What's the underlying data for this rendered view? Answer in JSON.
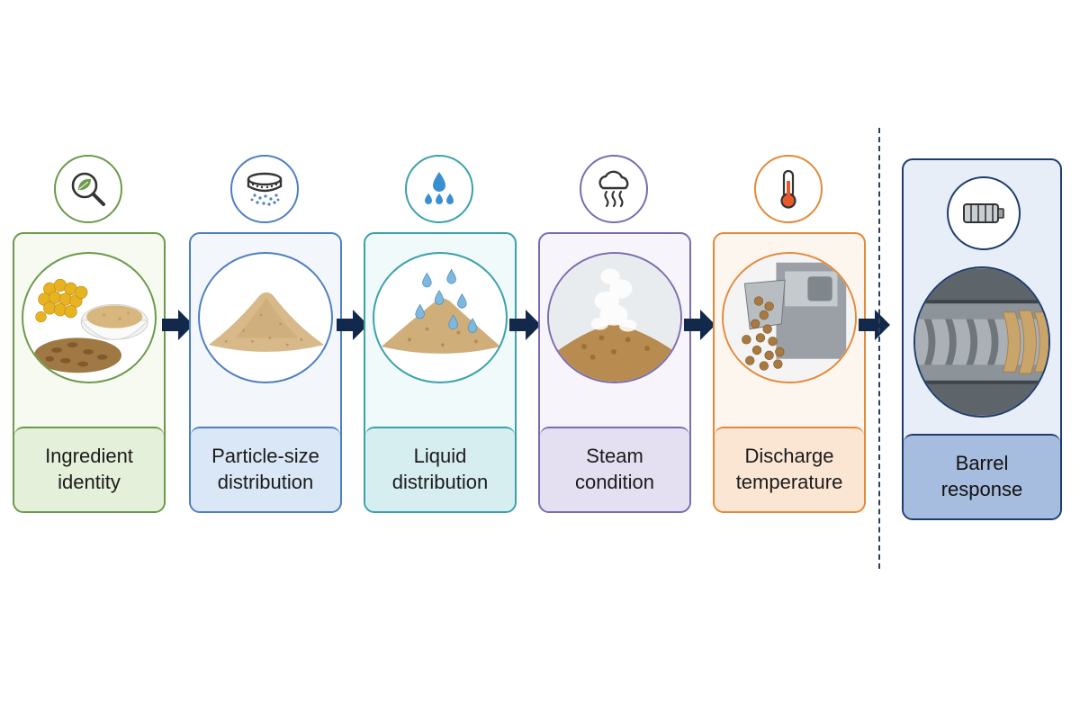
{
  "steps": [
    {
      "label": "Ingredient\nidentity",
      "icon": "magnifier-leaf-icon",
      "color": "#6b9a4a",
      "fill": "#e5f0da",
      "cardbg": "#f6faf1"
    },
    {
      "label": "Particle-size\ndistribution",
      "icon": "sieve-icon",
      "color": "#4f7fbf",
      "fill": "#d9e7f6",
      "cardbg": "#f3f7fc"
    },
    {
      "label": "Liquid\ndistribution",
      "icon": "water-drops-icon",
      "color": "#3aa1aa",
      "fill": "#d6eef0",
      "cardbg": "#f1fafa"
    },
    {
      "label": "Steam\ncondition",
      "icon": "steam-cloud-icon",
      "color": "#7b6cae",
      "fill": "#e4dff1",
      "cardbg": "#f7f5fb"
    },
    {
      "label": "Discharge\ntemperature",
      "icon": "thermometer-icon",
      "color": "#e3893a",
      "fill": "#fbe6d3",
      "cardbg": "#fdf6ee"
    }
  ],
  "outcome": {
    "label": "Barrel\nresponse",
    "icon": "extruder-barrel-icon",
    "color": "#1f3c6e",
    "fill": "#a7bddf"
  },
  "arrow_color": "#13294b"
}
